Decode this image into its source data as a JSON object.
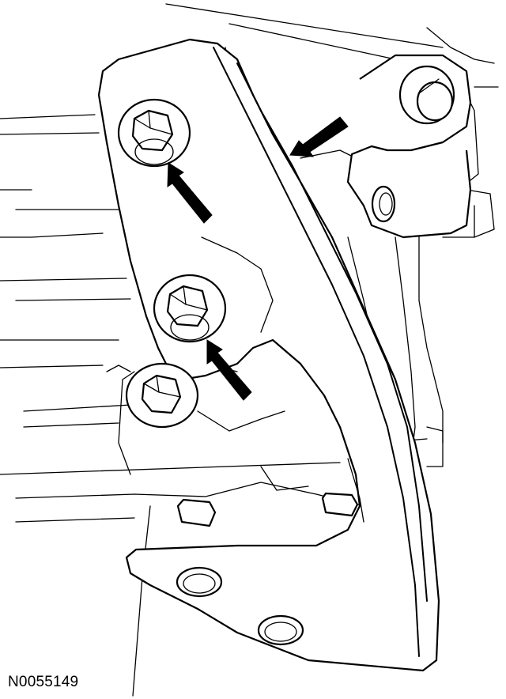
{
  "figure": {
    "reference_code": "N0055149",
    "callouts": [
      {
        "icon": "arrow-icon",
        "target": "upper-bolt"
      },
      {
        "icon": "arrow-icon",
        "target": "lower-bolt"
      },
      {
        "icon": "arrow-icon",
        "target": "bracket"
      }
    ]
  }
}
